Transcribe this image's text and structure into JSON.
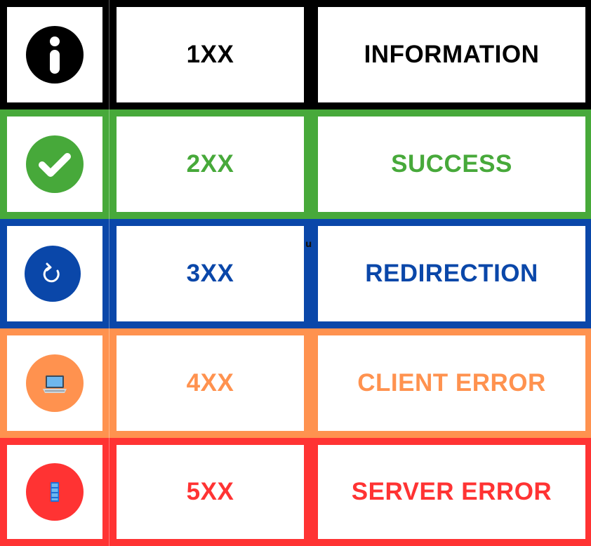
{
  "rows": [
    {
      "code": "1XX",
      "name": "INFORMATION",
      "color": "#000000",
      "icon": "info-icon"
    },
    {
      "code": "2XX",
      "name": "SUCCESS",
      "color": "#47a93a",
      "icon": "checkmark-icon"
    },
    {
      "code": "3XX",
      "name": "REDIRECTION",
      "color": "#0a47a9",
      "icon": "refresh-arrow-icon"
    },
    {
      "code": "4XX",
      "name": "CLIENT ERROR",
      "color": "#ff924f",
      "icon": "laptop-icon"
    },
    {
      "code": "5XX",
      "name": "SERVER ERROR",
      "color": "#ff3333",
      "icon": "server-icon"
    }
  ],
  "stray_mark": "u"
}
